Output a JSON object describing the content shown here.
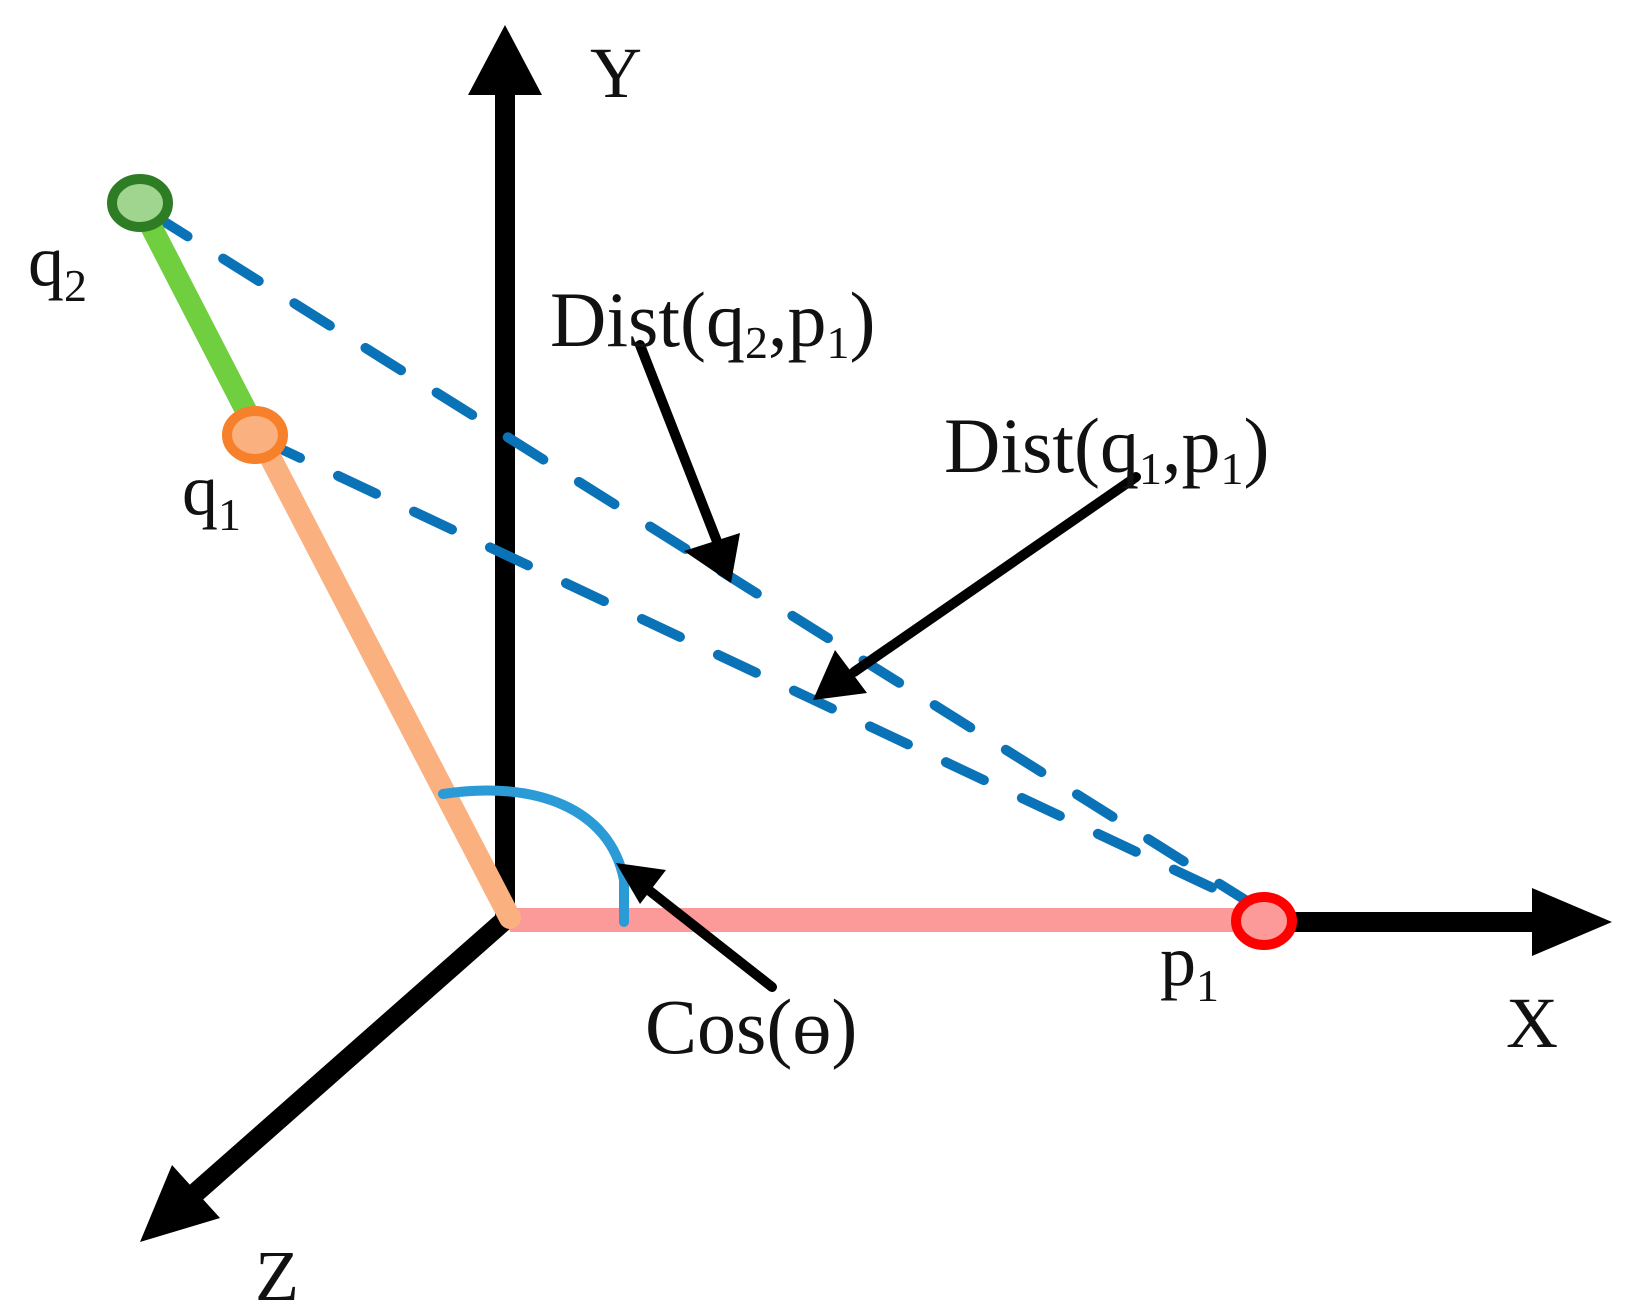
{
  "axes": {
    "x": "X",
    "y": "Y",
    "z": "Z"
  },
  "points": {
    "q2": {
      "base": "q",
      "sub": "2"
    },
    "q1": {
      "base": "q",
      "sub": "1"
    },
    "p1": {
      "base": "p",
      "sub": "1"
    }
  },
  "annotations": {
    "dist_q2_p1": {
      "prefix": "Dist(q",
      "sub_a": "2",
      "mid": ",p",
      "sub_b": "1",
      "suffix": ")"
    },
    "dist_q1_p1": {
      "prefix": "Dist(q",
      "sub_a": "1",
      "mid": ",p",
      "sub_b": "1",
      "suffix": ")"
    },
    "cos_theta": "Cos(ɵ)"
  },
  "colors": {
    "axis": "#000000",
    "q2_segment": "#6fcf3f",
    "q1_segment": "#fbb07f",
    "p1_segment": "#fb9a99",
    "dashed": "#0a72b7",
    "angle_arc": "#2a9bd6",
    "q2_fill": "#9fd58f",
    "q2_stroke": "#2e7d25",
    "q1_fill": "#fbb07f",
    "q1_stroke": "#f7812b",
    "p1_fill": "#fb9a99",
    "p1_stroke": "#ff0000"
  }
}
